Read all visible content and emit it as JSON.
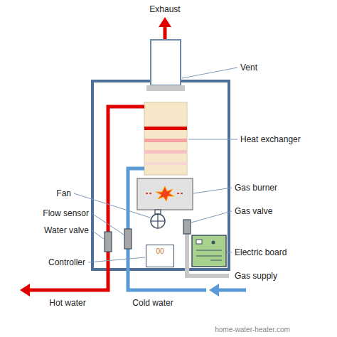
{
  "diagram": {
    "nodes": [
      {
        "text": [
          "00"
        ]
      }
    ],
    "labels": [
      "Exhaust",
      "Vent",
      "Heat exchanger",
      "Fan",
      "Gas burner",
      "Flow sensor",
      "Gas valve",
      "Water valve",
      "Electric board",
      "Controller",
      "Gas supply",
      "Hot water",
      "Cold water",
      "home-water-heater.com"
    ]
  }
}
